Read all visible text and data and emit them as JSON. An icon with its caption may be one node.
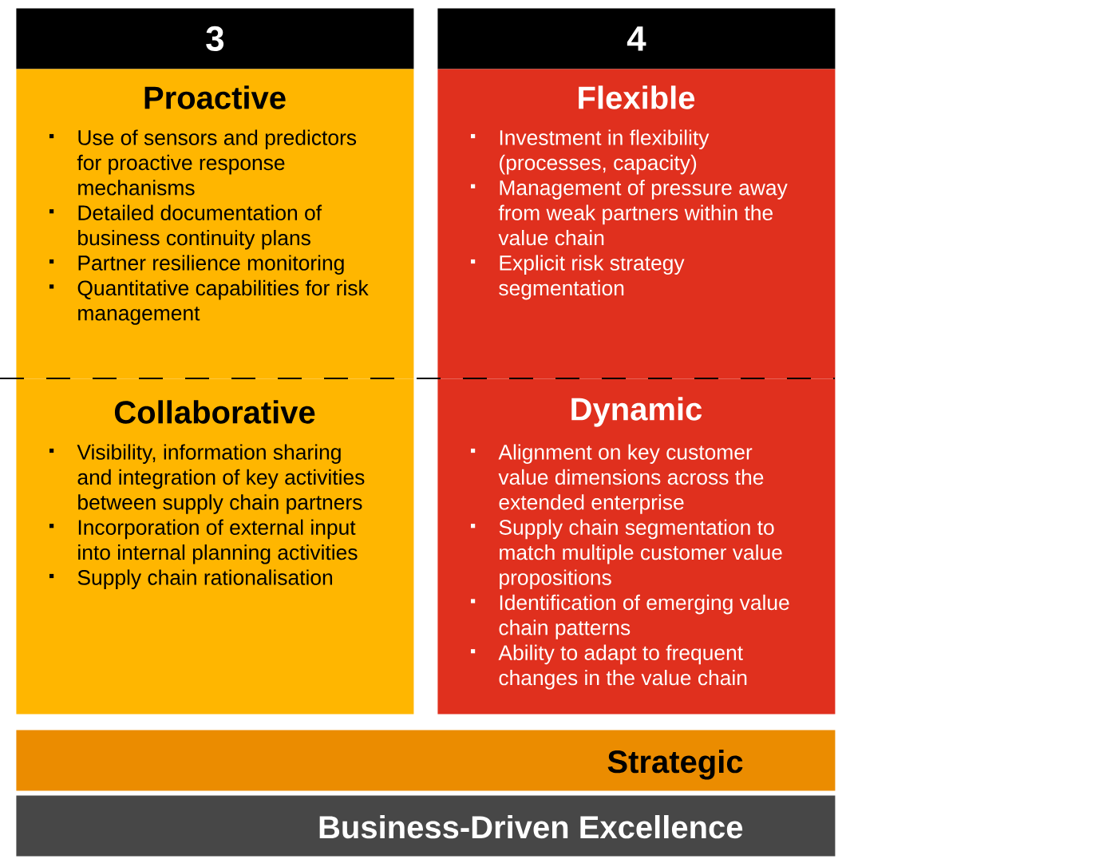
{
  "diagram": {
    "nodes": [
      {
        "text": [
          "3"
        ]
      },
      {
        "text": [
          "Proactive",
          "Use of sensors and predictors for proactive response mechanisms",
          "Detailed documentation of business continuity plans",
          "Partner resilience monitoring",
          "Quantitative capabilities for risk management"
        ]
      },
      {
        "text": [
          "4"
        ]
      },
      {
        "text": [
          "Flexible",
          "Investment in flexibility (processes, capacity)",
          "Management of pressure away from weak partners within the value chain",
          "Explicit risk strategy segmentation"
        ]
      },
      {
        "text": [
          "Collaborative",
          "Visibility, information sharing and integration of key activities between supply chain partners",
          "Incorporation of external input into internal planning activities",
          "Supply chain rationalisation"
        ]
      },
      {
        "text": [
          "Dynamic",
          "Alignment on key customer value dimensions across the extended enterprise",
          "Supply chain segmentation to match multiple customer value propositions",
          "Identification of emerging value chain patterns",
          "Ability to adapt to frequent changes in the value chain"
        ]
      },
      {
        "text": [
          "Strategic"
        ]
      },
      {
        "text": [
          "Business-Driven Excellence"
        ]
      }
    ]
  }
}
